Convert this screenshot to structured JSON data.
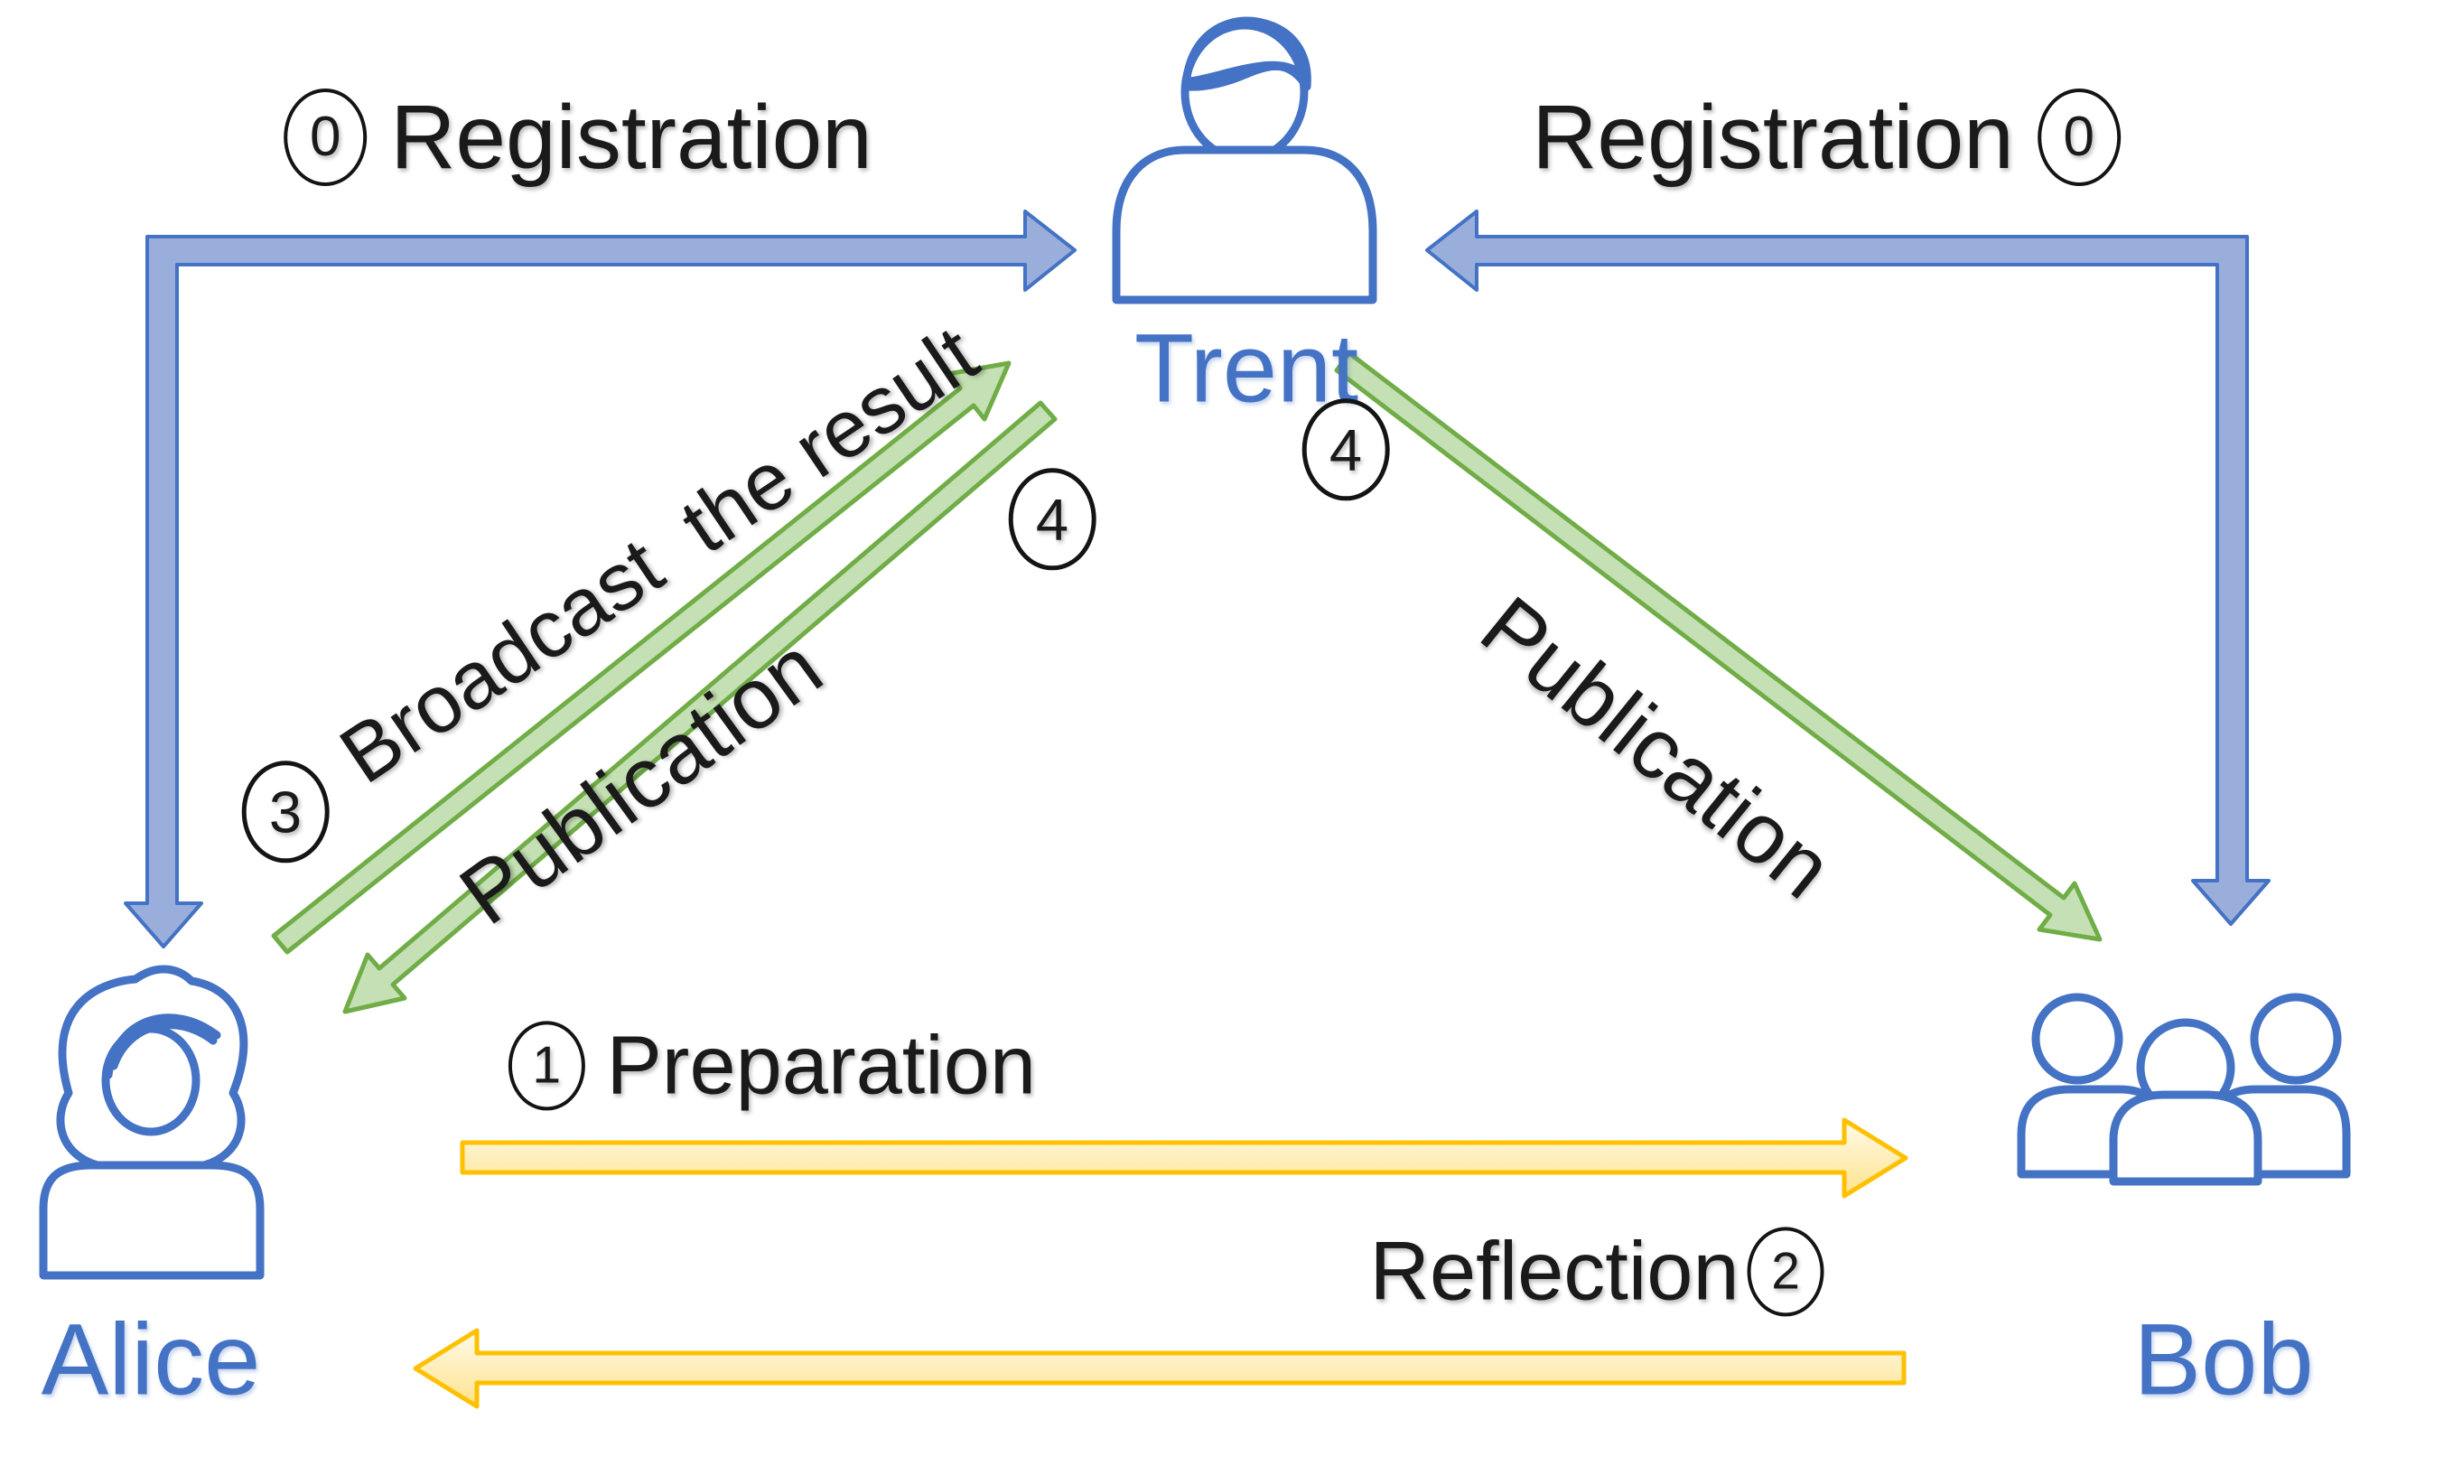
{
  "title": "Three-party protocol diagram",
  "participants": {
    "trent": {
      "name": "Trent"
    },
    "alice": {
      "name": "Alice"
    },
    "bob": {
      "name": "Bob"
    }
  },
  "edges": {
    "registration_left": {
      "step": "0",
      "label": "Registration"
    },
    "registration_right": {
      "step": "0",
      "label": "Registration"
    },
    "preparation": {
      "step": "1",
      "label": "Preparation"
    },
    "reflection": {
      "step": "2",
      "label": "Reflection"
    },
    "broadcast": {
      "step": "3",
      "label": "Broadcast  the result"
    },
    "publication_left": {
      "step": "4",
      "label": "Publication"
    },
    "publication_right": {
      "step": "4",
      "label": "Publication"
    }
  },
  "icons": {
    "trent": "person-icon",
    "alice": "woman-icon",
    "bob": "people-group-icon"
  },
  "colors": {
    "blue_fill": "#9AAEDC",
    "blue_stroke": "#4472C4",
    "green_fill": "#C5E0B4",
    "green_stroke": "#70AD47",
    "yellow_fill": "#FFE699",
    "yellow_stroke": "#FFC000",
    "name_blue": "#4472C4",
    "icon_blue": "#4472C4",
    "text_black": "#1A1A1A"
  }
}
